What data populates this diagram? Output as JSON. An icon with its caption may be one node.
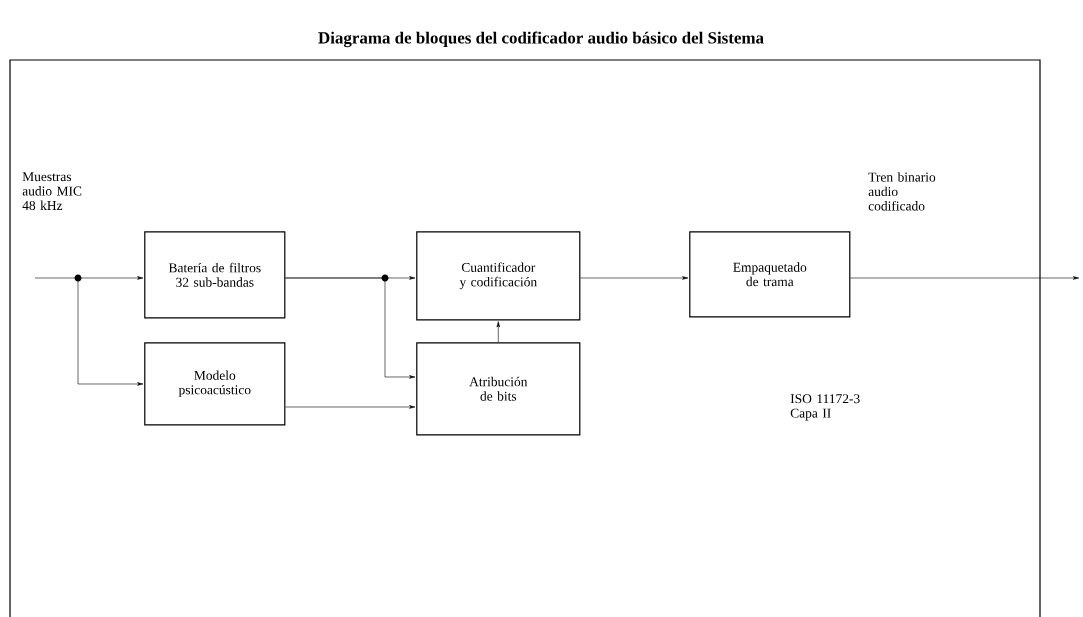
{
  "diagram": {
    "title": "Diagrama de bloques del codificador audio básico del Sistema",
    "nodes": [
      {
        "text": [],
        "shape": "box"
      },
      {
        "text": [
          "Batería de filtros 32 sub-bandas"
        ],
        "in": 0
      },
      {
        "text": [
          "Cuantificador y codificación"
        ],
        "in": 0
      },
      {
        "text": [
          "Empaquetado de trama"
        ],
        "in": 0
      },
      {
        "text": [
          "Modelo psicoacústico"
        ],
        "in": 0
      },
      {
        "text": [
          "Atribución de bits"
        ],
        "in": 0
      }
    ],
    "edges": [
      {
        "from": null,
        "to": 1,
        "arrow": "to"
      },
      {
        "from": null,
        "to": 4,
        "arrow": "to"
      },
      {
        "from": 1,
        "to": 2,
        "arrow": "to"
      },
      {
        "from": 1,
        "to": 5,
        "arrow": "to"
      },
      {
        "from": 4,
        "to": 5,
        "arrow": "to"
      },
      {
        "from": 5,
        "to": 2,
        "arrow": "to"
      },
      {
        "from": 2,
        "to": 3,
        "arrow": "to"
      },
      {
        "from": 3,
        "to": null,
        "arrow": "to"
      }
    ],
    "labels": [
      "Muestras audio MIC 48 kHz",
      "Tren binario audio codificado",
      "ISO 11172-3 Capa II"
    ]
  }
}
